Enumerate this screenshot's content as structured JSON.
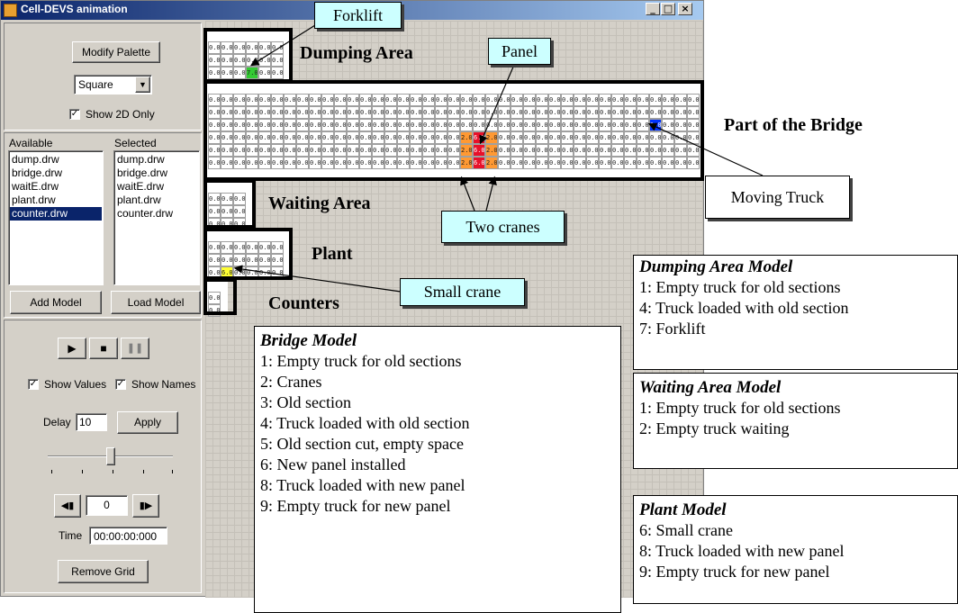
{
  "window": {
    "title": "Cell-DEVS animation",
    "min": "_",
    "max": "□",
    "close": "×"
  },
  "controls": {
    "modify_palette": "Modify Palette",
    "shape_select": "Square",
    "show_2d_only": "Show 2D Only",
    "available_label": "Available",
    "selected_label": "Selected",
    "available": [
      "dump.drw",
      "bridge.drw",
      "waitE.drw",
      "plant.drw",
      "counter.drw"
    ],
    "selected": [
      "dump.drw",
      "bridge.drw",
      "waitE.drw",
      "plant.drw",
      "counter.drw"
    ],
    "add_model": "Add Model",
    "load_model": "Load Model",
    "show_values": "Show Values",
    "show_names": "Show Names",
    "delay_label": "Delay",
    "delay_value": "10",
    "apply": "Apply",
    "frame_value": "0",
    "time_label": "Time",
    "time_value": "00:00:00:000",
    "remove_grid": "Remove Grid",
    "slider_level": 0.5
  },
  "labels": {
    "dumping_area": "Dumping Area",
    "part_of_bridge": "Part of the Bridge",
    "waiting_area": "Waiting Area",
    "plant": "Plant",
    "counters": "Counters"
  },
  "callouts": {
    "forklift": "Forklift",
    "panel": "Panel",
    "moving_truck": "Moving Truck",
    "two_cranes": "Two cranes",
    "small_crane": "Small crane"
  },
  "grid_values": {
    "zero": "0.0",
    "forklift": "7.0",
    "crane": "2.0",
    "panel": "6.0",
    "truck": "1.0",
    "small_crane": "6.0"
  },
  "colors": {
    "forklift": "#33cc33",
    "crane": "#ff9933",
    "panel": "#e8102a",
    "truck": "#0033ff",
    "small_crane": "#ffff33"
  },
  "legends": {
    "bridge": {
      "title": "Bridge Model",
      "items": [
        "1: Empty truck for old sections",
        "2: Cranes",
        "3: Old section",
        "4: Truck loaded with old section",
        "5: Old section cut, empty space",
        "6: New panel installed",
        "8: Truck loaded with new panel",
        "9: Empty truck for new panel"
      ]
    },
    "dumping": {
      "title": "Dumping Area Model",
      "items": [
        "1: Empty truck for old sections",
        "4: Truck loaded with old section",
        "7: Forklift"
      ]
    },
    "waiting": {
      "title": "Waiting Area Model",
      "items": [
        "1: Empty truck for old sections",
        "2: Empty truck waiting"
      ]
    },
    "plant": {
      "title": "Plant Model",
      "items": [
        "6: Small crane",
        "8: Truck loaded with new panel",
        "9: Empty truck for new panel"
      ]
    }
  }
}
